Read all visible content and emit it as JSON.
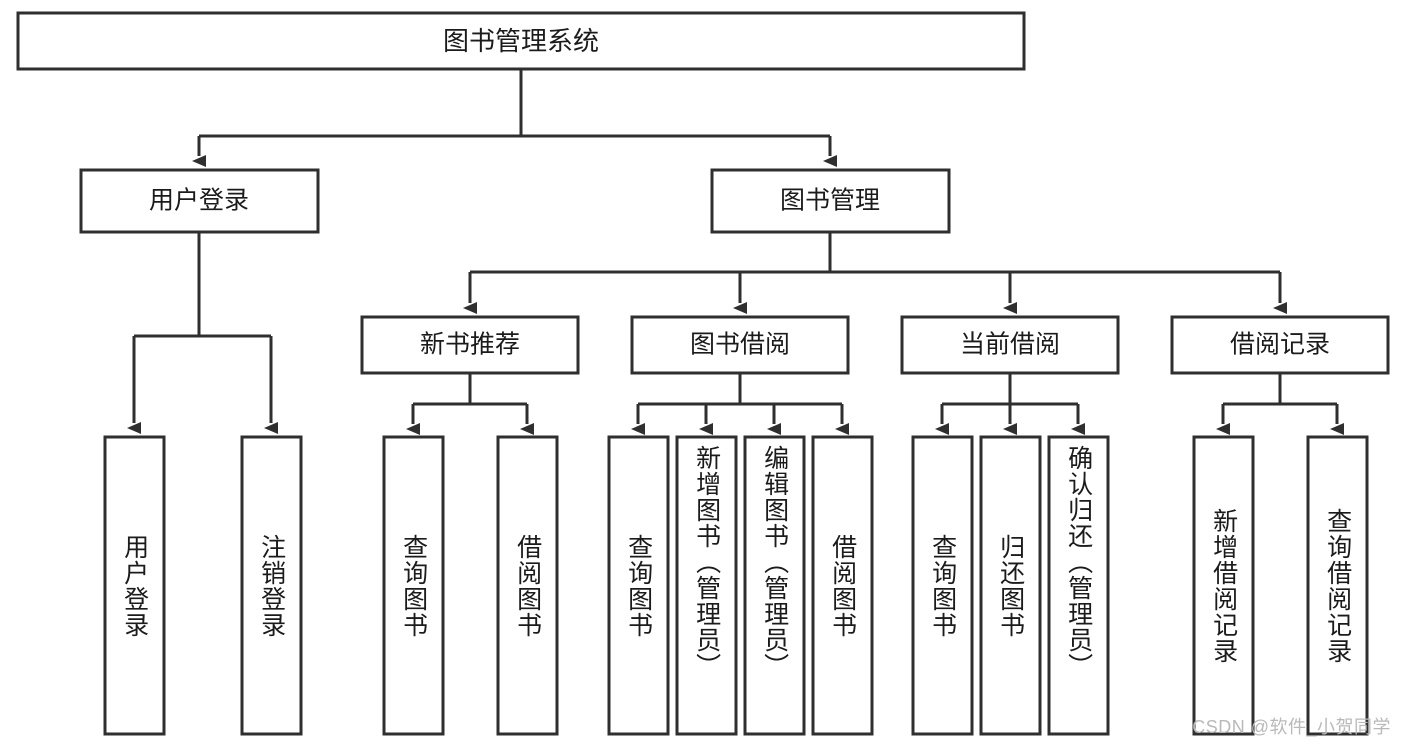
{
  "diagram": {
    "type": "tree",
    "title": "图书管理系统",
    "watermark": "CSDN @软件_小贺同学",
    "colors": {
      "box_stroke": "#2f2f2f",
      "box_fill": "#ffffff",
      "text": "#1b1b1b",
      "connector": "#2f2f2f",
      "background": "#ffffff",
      "watermark": "#b9b9b9"
    },
    "root": {
      "label": "图书管理系统"
    },
    "level1": [
      {
        "label": "用户登录"
      },
      {
        "label": "图书管理"
      }
    ],
    "level2": [
      {
        "label": "新书推荐"
      },
      {
        "label": "图书借阅"
      },
      {
        "label": "当前借阅"
      },
      {
        "label": "借阅记录"
      }
    ],
    "leaves": {
      "user_login": [
        {
          "label": "用户登录"
        },
        {
          "label": "注销登录"
        }
      ],
      "new_book_recommend": [
        {
          "label": "查询图书"
        },
        {
          "label": "借阅图书"
        }
      ],
      "book_borrow": [
        {
          "label": "查询图书"
        },
        {
          "label": "新增图书（管理员）"
        },
        {
          "label": "编辑图书（管理员）"
        },
        {
          "label": "借阅图书"
        }
      ],
      "current_borrow": [
        {
          "label": "查询图书"
        },
        {
          "label": "归还图书"
        },
        {
          "label": "确认归还（管理员）"
        }
      ],
      "borrow_record": [
        {
          "label": "新增借阅记录"
        },
        {
          "label": "查询借阅记录"
        }
      ]
    }
  }
}
